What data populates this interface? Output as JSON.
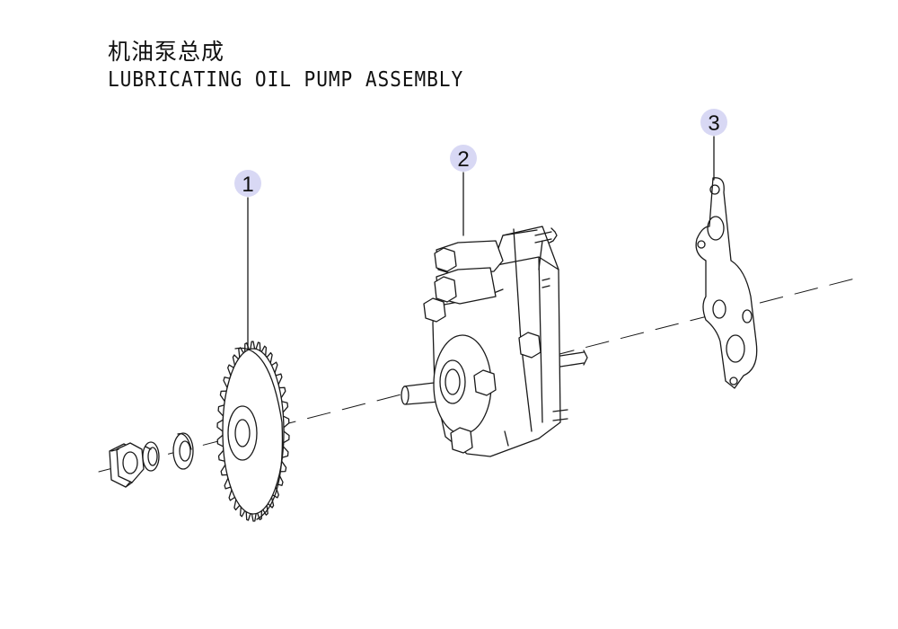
{
  "title": {
    "cn": "机油泵总成",
    "en": "LUBRICATING OIL PUMP ASSEMBLY"
  },
  "callouts": [
    {
      "number": "1",
      "part": "gear"
    },
    {
      "number": "2",
      "part": "oil-pump-body"
    },
    {
      "number": "3",
      "part": "gasket"
    }
  ],
  "colors": {
    "line": "#1a1a1a",
    "callout_fill": "#d8d8f4"
  }
}
